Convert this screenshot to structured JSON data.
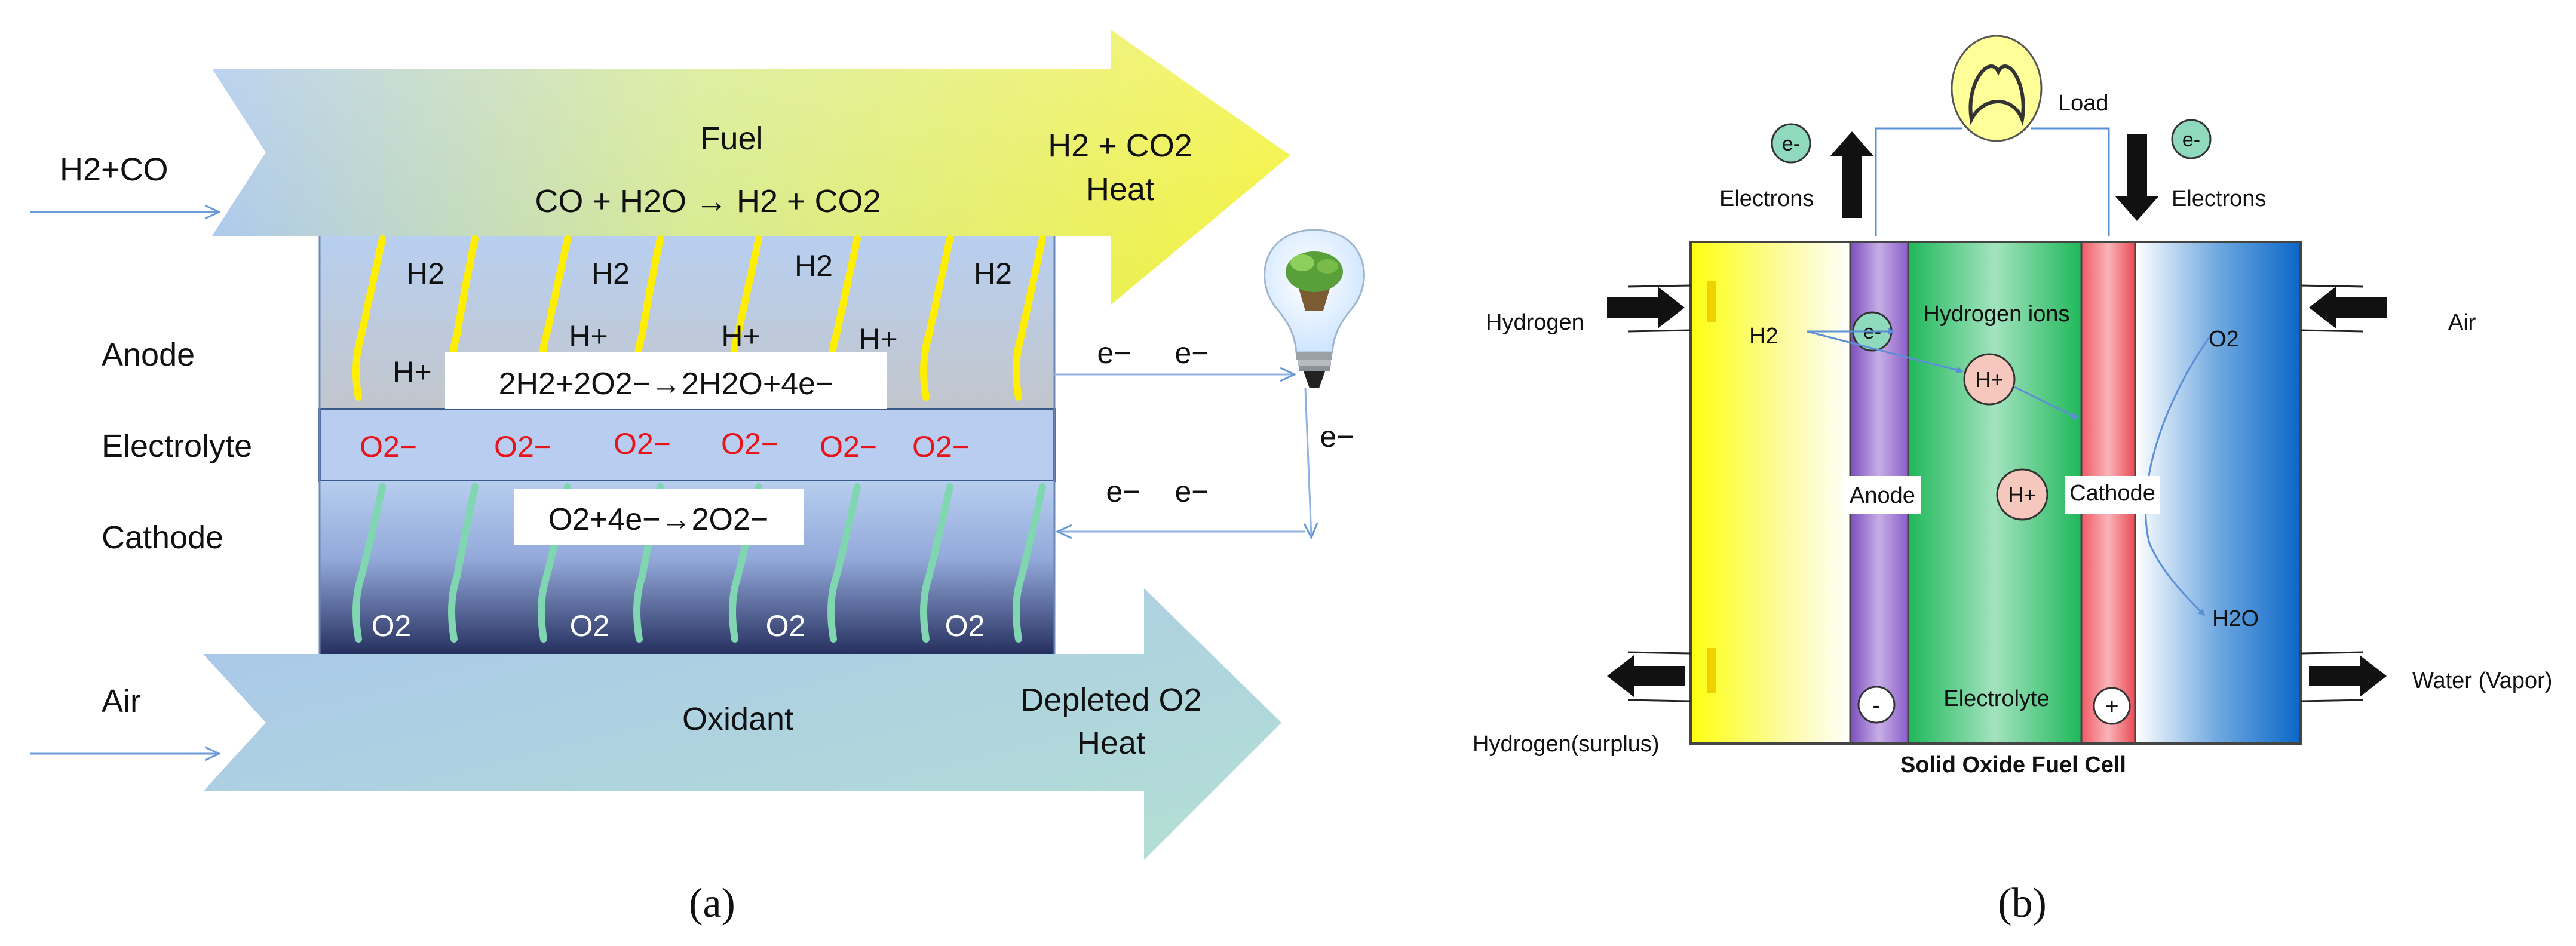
{
  "panel_a": {
    "caption": "(a)",
    "fuel_inlet": "H2+CO",
    "fuel_label": "Fuel",
    "shift_reaction": "CO + H2O → H2 + CO2",
    "fuel_outlet": "H2 + CO2",
    "fuel_outlet_heat": "Heat",
    "anode": "Anode",
    "electrolyte": "Electrolyte",
    "cathode": "Cathode",
    "h2_labels": [
      "H2",
      "H2",
      "H2",
      "H2"
    ],
    "hplus_labels": [
      "H+",
      "H+",
      "H+",
      "H+"
    ],
    "anode_reaction": "2H2+2O2−→2H2O+4e−",
    "oxygen_ion": "O2−",
    "cathode_reaction": "O2+4e−→2O2−",
    "o2_labels": [
      "O2",
      "O2",
      "O2",
      "O2"
    ],
    "electron": "e−",
    "air_inlet": "Air",
    "oxidant_label": "Oxidant",
    "air_outlet": "Depleted O2",
    "air_outlet_heat": "Heat"
  },
  "panel_b": {
    "caption": "(b)",
    "load": "Load",
    "electrons_left": "Electrons",
    "electrons_right": "Electrons",
    "electron_symbol": "e-",
    "hydrogen_in": "Hydrogen",
    "hydrogen_out": "Hydrogen(surplus)",
    "air_in": "Air",
    "water_out": "Water (Vapor)",
    "h2": "H2",
    "hydrogen_ions": "Hydrogen ions",
    "hplus": "H+",
    "o2": "O2",
    "h2o": "H2O",
    "anode": "Anode",
    "cathode": "Cathode",
    "electrolyte": "Electrolyte",
    "minus": "-",
    "plus": "+",
    "title": "Solid Oxide Fuel Cell"
  },
  "colors": {
    "oxygen_ion": "#e8141c",
    "electron_circle": "#8fd9bf",
    "hplus_circle": "#f6c7bc",
    "anode_purple": "#8a5ec9",
    "electrolyte_green": "#33c46e",
    "cathode_red": "#f2626a",
    "cathode_blue": "#1677d0",
    "anode_yellow": "#ffff00",
    "arrow_line": "#5b8fd6"
  }
}
